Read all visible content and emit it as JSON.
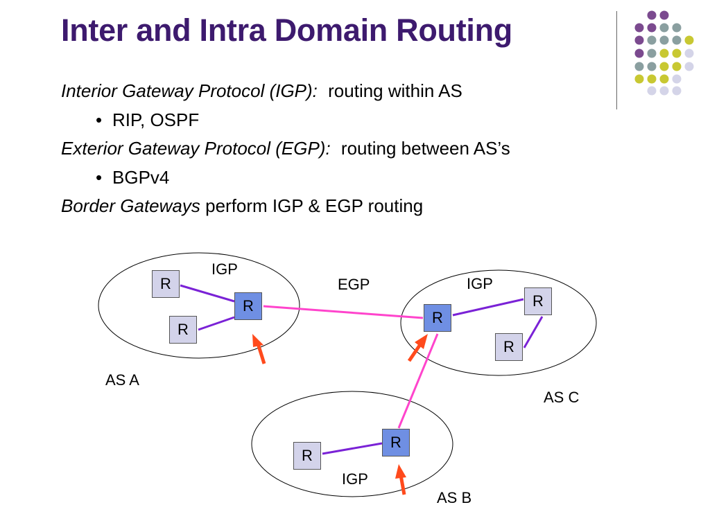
{
  "title": "Inter and Intra Domain Routing",
  "text": {
    "igp_term": "Interior Gateway Protocol (IGP):",
    "igp_desc": "routing within AS",
    "igp_examples": "RIP, OSPF",
    "egp_term": "Exterior Gateway Protocol (EGP):",
    "egp_desc": "routing between AS’s",
    "egp_examples": "BGPv4",
    "bg_term": "Border Gateways",
    "bg_desc": "perform IGP & EGP routing",
    "bullet_char": "•"
  },
  "diagram": {
    "router_label": "R",
    "labels": {
      "as_a": "AS A",
      "as_b": "AS B",
      "as_c": "AS C",
      "igp_a": "IGP",
      "igp_b": "IGP",
      "igp_c": "IGP",
      "egp": "EGP"
    },
    "colors": {
      "igp_link": "#7a22d6",
      "egp_link": "#ff44cc",
      "arrow": "#ff4a1c",
      "inner_router": "#d3d3ea",
      "border_router": "#6f8fe3",
      "title": "#3d1a6e"
    }
  },
  "decoration": {
    "dot_colors": [
      "#7b4a8f",
      "#8a9fa0",
      "#c8c832",
      "#d4d4e8"
    ]
  }
}
